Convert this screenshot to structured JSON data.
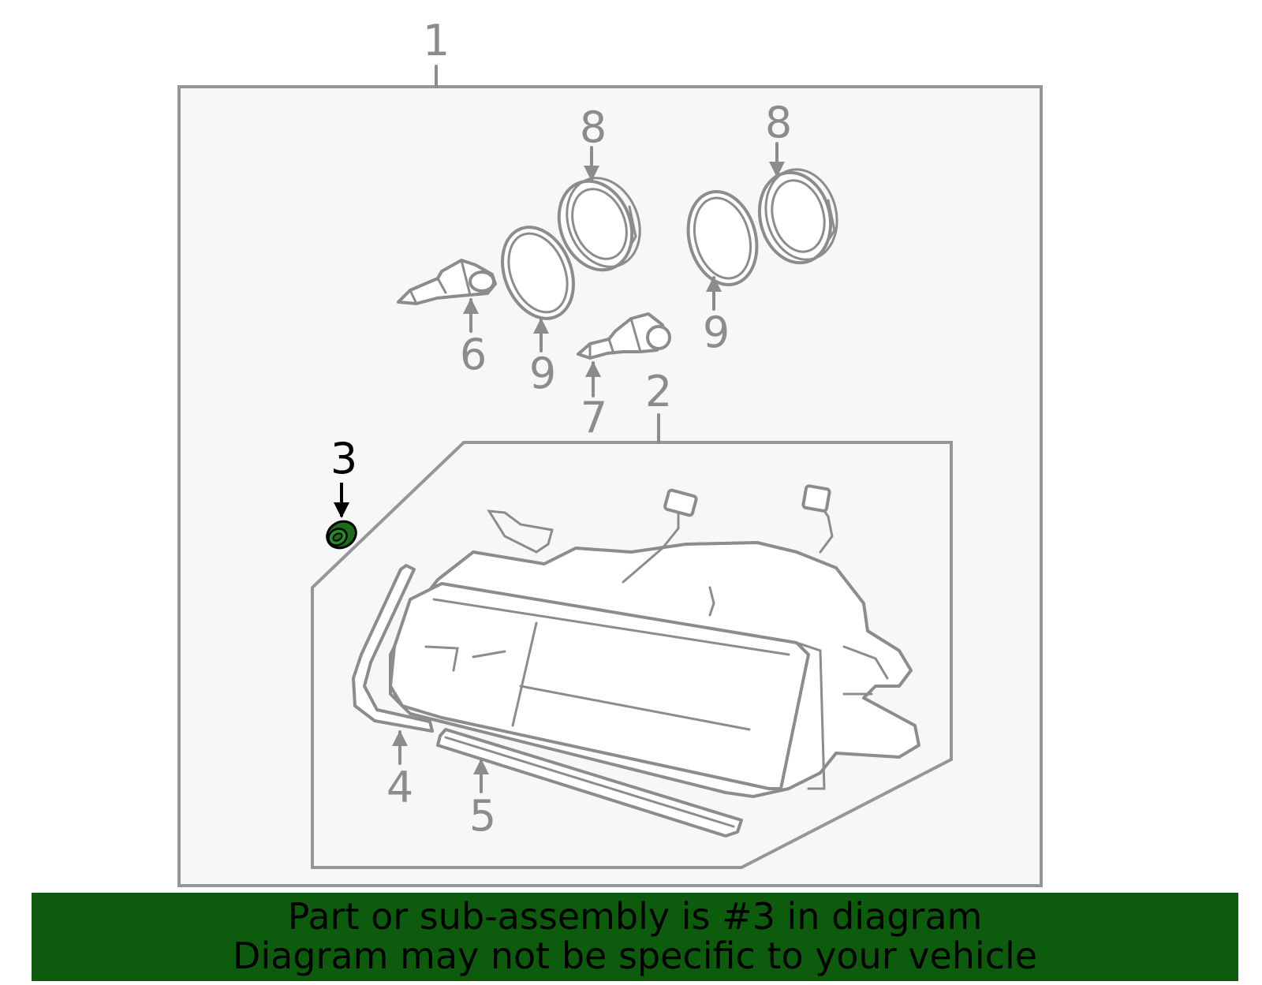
{
  "diagram": {
    "callouts": {
      "c1": "1",
      "c2": "2",
      "c3": "3",
      "c4": "4",
      "c5": "5",
      "c6": "6",
      "c7": "7",
      "c8a": "8",
      "c8b": "8",
      "c9a": "9",
      "c9b": "9"
    },
    "highlighted_part": "3",
    "colors": {
      "highlight": "#1e6b1e",
      "banner": "#0d5c0d",
      "line_art": "#8c8c8c"
    }
  },
  "banner": {
    "line1": "Part or sub-assembly is #3 in diagram",
    "line2": "Diagram may not be specific to your vehicle"
  }
}
